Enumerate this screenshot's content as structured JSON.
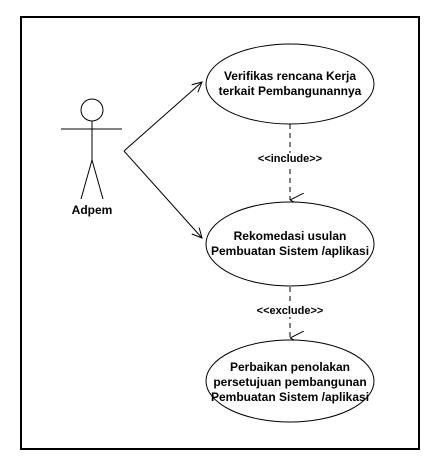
{
  "actor": {
    "name": "Adpem"
  },
  "use_cases": [
    {
      "line1": "Verifikas rencana Kerja",
      "line2": "terkait Pembangunannya",
      "line3": ""
    },
    {
      "line1": "Rekomedasi usulan",
      "line2": "Pembuatan Sistem /aplikasi",
      "line3": ""
    },
    {
      "line1": "Perbaikan penolakan",
      "line2": "persetujuan pembangunan",
      "line3": "Pembuatan Sistem /aplikasi"
    }
  ],
  "relations": [
    {
      "label": "<<include>>"
    },
    {
      "label": "<<exclude>>"
    }
  ],
  "colors": {
    "stroke": "#000000",
    "fill": "#ffffff"
  }
}
